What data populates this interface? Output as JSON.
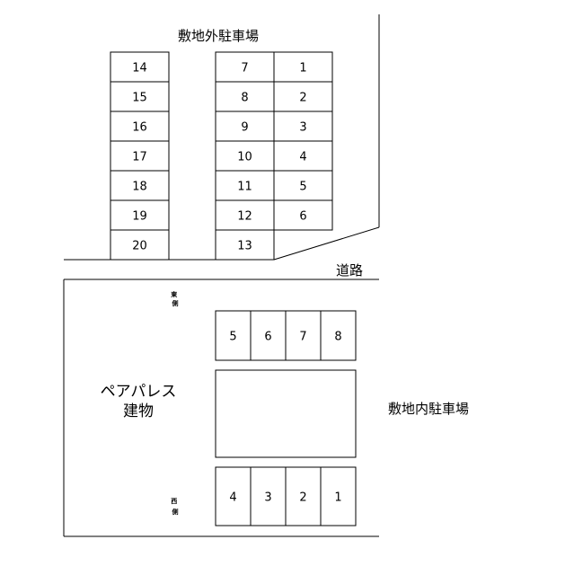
{
  "offsite_parking": {
    "title": "敷地外駐車場",
    "left_column": [
      "14",
      "15",
      "16",
      "17",
      "18",
      "19",
      "20"
    ],
    "middle_column": [
      "7",
      "8",
      "9",
      "10",
      "11",
      "12",
      "13"
    ],
    "right_column": [
      "1",
      "2",
      "3",
      "4",
      "5",
      "6"
    ]
  },
  "road": {
    "label": "道路"
  },
  "property": {
    "building_label_line1": "ペアパレス",
    "building_label_line2": "建物",
    "east_side_label": "東側",
    "west_side_label": "西側"
  },
  "onsite_parking": {
    "title": "敷地内駐車場",
    "top_row": [
      "5",
      "6",
      "7",
      "8"
    ],
    "bottom_row": [
      "4",
      "3",
      "2",
      "1"
    ]
  }
}
